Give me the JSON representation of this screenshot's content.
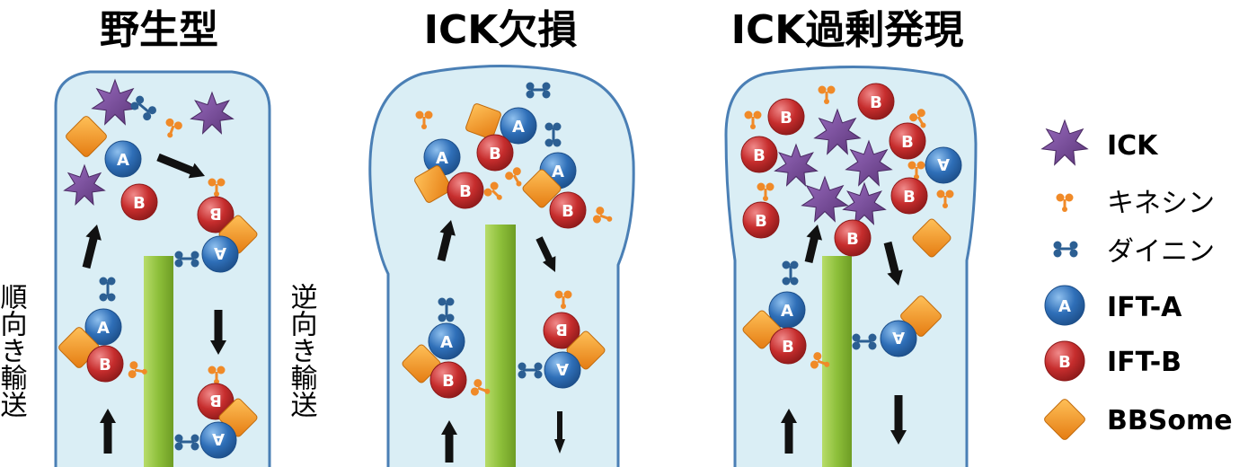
{
  "panels": [
    {
      "title": "野生型"
    },
    {
      "title": "ICK欠損"
    },
    {
      "title": "ICK過剰発現"
    }
  ],
  "transport_labels": {
    "anterograde": "順向き輸送",
    "retrograde": "逆向き輸送"
  },
  "legend": [
    {
      "label": "ICK",
      "icon": "star-icon"
    },
    {
      "label": "キネシン",
      "icon": "kinesin-icon"
    },
    {
      "label": "ダイニン",
      "icon": "dynein-icon"
    },
    {
      "label": "IFT-A",
      "icon": "ift-a-icon"
    },
    {
      "label": "IFT-B",
      "icon": "ift-b-icon"
    },
    {
      "label": "BBSome",
      "icon": "bbsome-icon"
    }
  ],
  "ball_letters": {
    "ift_a": "A",
    "ift_b": "B"
  },
  "colors": {
    "cilium_fill": "#daeef5",
    "cilium_stroke": "#4a7fb5",
    "axoneme": "#8dbf3a",
    "ick": "#7a4d98",
    "kinesin": "#f08a28",
    "dynein": "#2c5f93",
    "ift_a": "#2f6fb8",
    "ift_b": "#c62d2d",
    "bbsome": "#f2921c"
  }
}
